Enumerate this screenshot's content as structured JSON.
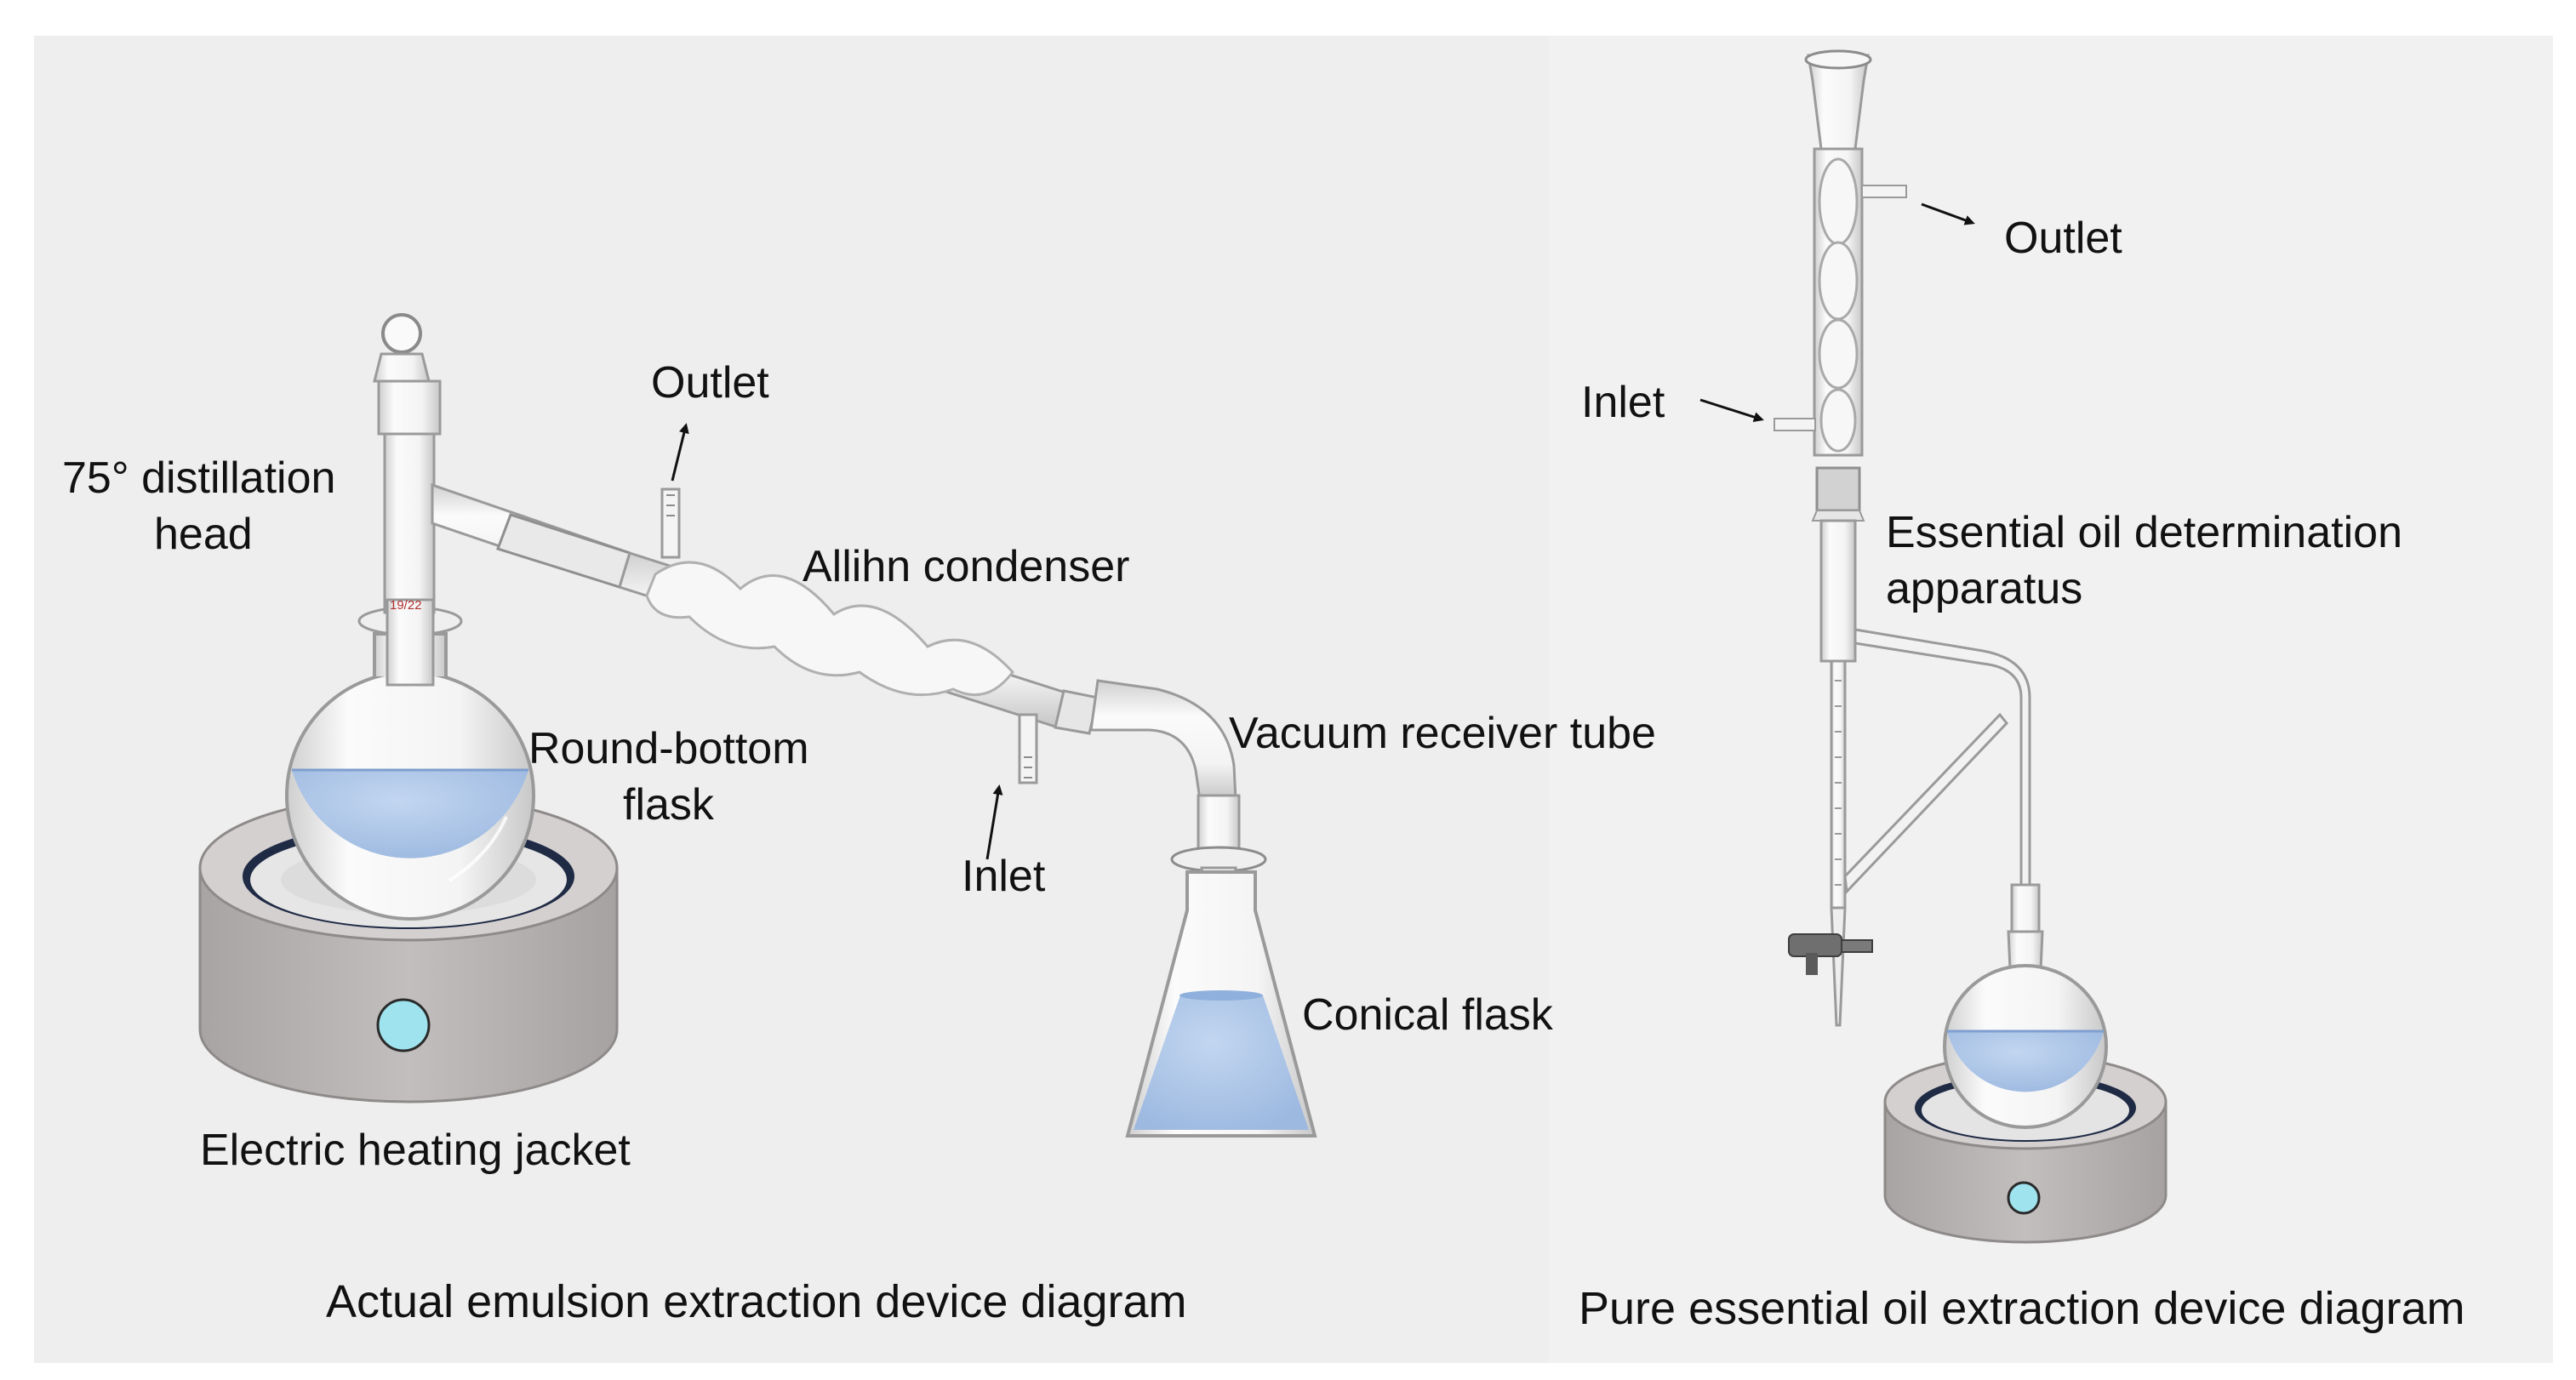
{
  "left_panel": {
    "labels": {
      "distillation_head_line1": "75°  distillation",
      "distillation_head_line2": "head",
      "outlet": "Outlet",
      "allihn_condenser": "Allihn condenser",
      "round_bottom_line1": "Round-bottom",
      "round_bottom_line2": "flask",
      "vacuum_receiver": "Vacuum receiver tube",
      "inlet": "Inlet",
      "conical_flask": "Conical flask",
      "heating_jacket": "Electric heating jacket",
      "joint_mark": "19/22"
    },
    "caption": "Actual emulsion extraction device diagram"
  },
  "right_panel": {
    "labels": {
      "outlet": "Outlet",
      "inlet": "Inlet",
      "determination_line1": "Essential oil determination",
      "determination_line2": "apparatus"
    },
    "caption": "Pure essential oil extraction device diagram"
  },
  "colors": {
    "panel_background": "#eeeeee",
    "liquid": "#a9c4e6",
    "jacket_body": "#b8b4b4",
    "jacket_top": "#d4d0d0",
    "heating_plate": "#e6e6e6",
    "indicator_light": "#9fe3ee",
    "glass_outline": "#9a9a9a"
  }
}
